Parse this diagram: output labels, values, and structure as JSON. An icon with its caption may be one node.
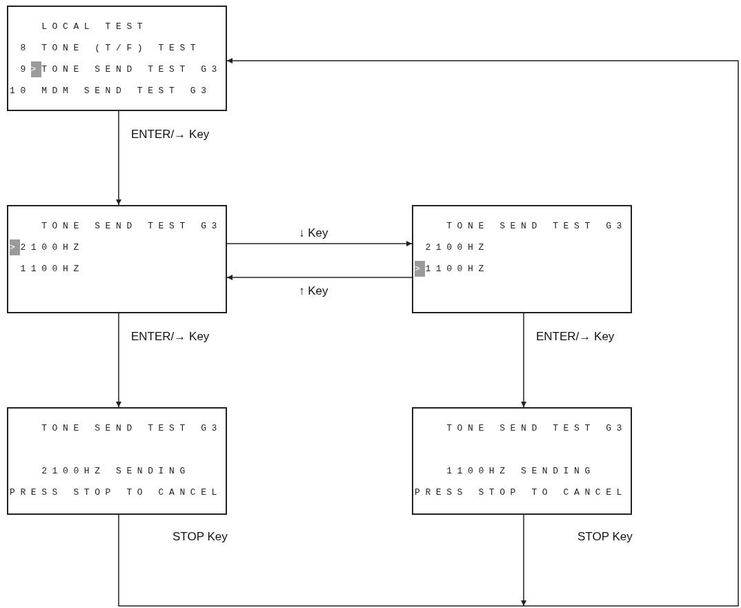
{
  "diagram": {
    "nodes": [
      {
        "text": [
          "LOCAL TEST",
          "8 TONE (T/F) TEST",
          "9>TONE SEND TEST G3",
          "10 MDM SEND TEST G3"
        ]
      },
      {
        "text": [
          "TONE SEND TEST G3",
          ">2100HZ",
          "1100HZ"
        ]
      },
      {
        "text": [
          "TONE SEND TEST G3",
          "2100HZ",
          ">1100HZ"
        ]
      },
      {
        "text": [
          "TONE SEND TEST G3",
          "2100HZ SENDING",
          "PRESS STOP TO CANCEL"
        ]
      },
      {
        "text": [
          "TONE SEND TEST G3",
          "1100HZ SENDING",
          "PRESS STOP TO CANCEL"
        ]
      }
    ],
    "edges": [
      {
        "from": 0,
        "to": 1,
        "arrow": "to",
        "label": "ENTER/→ Key"
      },
      {
        "from": 1,
        "to": 2,
        "arrow": "to",
        "label": "↓ Key"
      },
      {
        "from": 2,
        "to": 1,
        "arrow": "to",
        "label": "↑ Key"
      },
      {
        "from": 1,
        "to": 3,
        "arrow": "to",
        "label": "ENTER/→ Key"
      },
      {
        "from": 2,
        "to": 4,
        "arrow": "to",
        "label": "ENTER/→ Key"
      },
      {
        "from": 3,
        "to": 0,
        "arrow": "to",
        "label": "STOP Key"
      },
      {
        "from": 4,
        "to": 0,
        "arrow": "to",
        "label": "STOP Key"
      }
    ]
  }
}
